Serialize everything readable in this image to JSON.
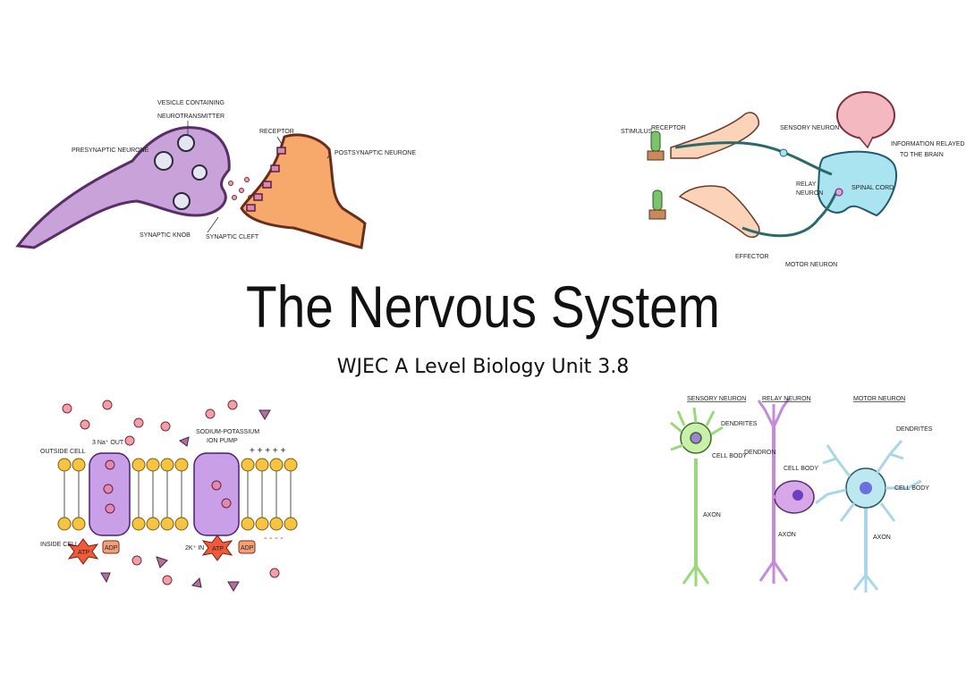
{
  "slide": {
    "title": "The Nervous System",
    "subtitle": "WJEC A Level Biology Unit 3.8"
  },
  "synapse": {
    "vesicle_label_1": "VESICLE CONTAINING",
    "vesicle_label_2": "NEUROTRANSMITTER",
    "presynaptic": "PRESYNAPTIC NEURONE",
    "receptor": "RECEPTOR",
    "postsynaptic": "POSTSYNAPTIC NEURONE",
    "knob": "SYNAPTIC KNOB",
    "cleft": "SYNAPTIC CLEFT"
  },
  "reflex": {
    "stimulus": "STIMULUS",
    "receptor": "RECEPTOR",
    "sensory": "SENSORY NEURON",
    "info_1": "INFORMATION RELAYED",
    "info_2": "TO THE BRAIN",
    "relay_1": "RELAY",
    "relay_2": "NEURON",
    "spinal": "SPINAL CORD",
    "effector": "EFFECTOR",
    "motor": "MOTOR NEURON"
  },
  "pump": {
    "na_out": "3 Na⁺ OUT",
    "pump_1": "SODIUM-POTASSIUM",
    "pump_2": "ION PUMP",
    "outside": "OUTSIDE CELL",
    "inside": "INSIDE CELL",
    "k_in": "2K⁺ IN",
    "atp": "ATP",
    "adp": "ADP",
    "plus": "+ + + + +",
    "minus": "- - - -"
  },
  "neurons": {
    "sensory": "SENSORY NEURON",
    "relay": "RELAY NEURON",
    "motor": "MOTOR NEURON",
    "dendrites": "DENDRITES",
    "cell_body": "CELL BODY",
    "axon": "AXON",
    "dendron": "DENDRON"
  },
  "colors": {
    "presynaptic": "#c8a2d8",
    "postsynaptic": "#f7a86b",
    "spinal_cord": "#a9e4f0",
    "brain": "#f4b8c0",
    "phospholipid_head": "#f5c542",
    "pump_protein": "#c9a0e8",
    "sensory_neuron": "#c9f0a8",
    "relay_neuron": "#d7a8e8",
    "motor_neuron": "#bde8f0"
  }
}
